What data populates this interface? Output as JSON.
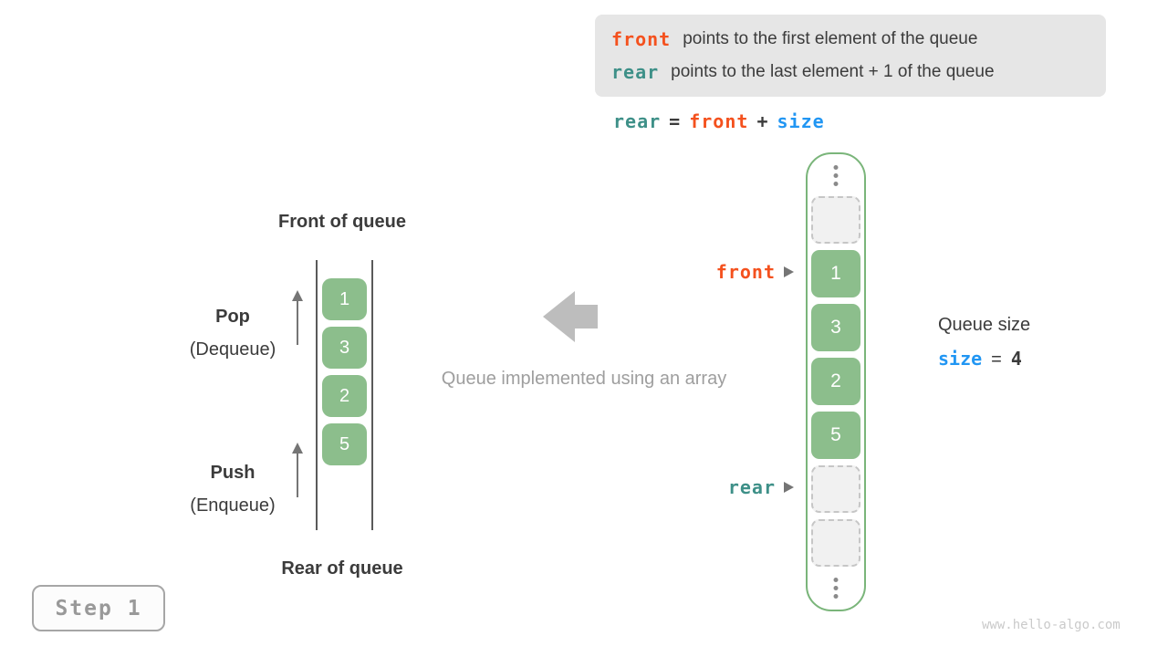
{
  "info_box": {
    "lines": [
      {
        "code": "front",
        "text": "points to the first element of the queue"
      },
      {
        "code": "rear",
        "text": "points to the last element + 1 of the queue"
      }
    ]
  },
  "formula": {
    "lhs": "rear",
    "eq": "=",
    "op1": "front",
    "plus": "+",
    "op2": "size"
  },
  "left_queue": {
    "front_label": "Front of queue",
    "rear_label": "Rear of queue",
    "pop_title": "Pop",
    "pop_subtitle": "(Dequeue)",
    "push_title": "Push",
    "push_subtitle": "(Enqueue)",
    "values": [
      "1",
      "3",
      "2",
      "5"
    ]
  },
  "center": {
    "caption": "Queue implemented using an array"
  },
  "array": {
    "values": [
      "1",
      "3",
      "2",
      "5"
    ],
    "front_pointer_label": "front",
    "rear_pointer_label": "rear"
  },
  "queue_size": {
    "label": "Queue size",
    "var": "size",
    "eq": "=",
    "value": "4"
  },
  "step_label": "Step 1",
  "watermark": "www.hello-algo.com",
  "colors": {
    "front": "#f4511e",
    "rear": "#3e9088",
    "size": "#2196f3",
    "element_green": "#8cbe8c",
    "array_border_green": "#7ab57a",
    "muted_gray": "#9e9e9e"
  }
}
